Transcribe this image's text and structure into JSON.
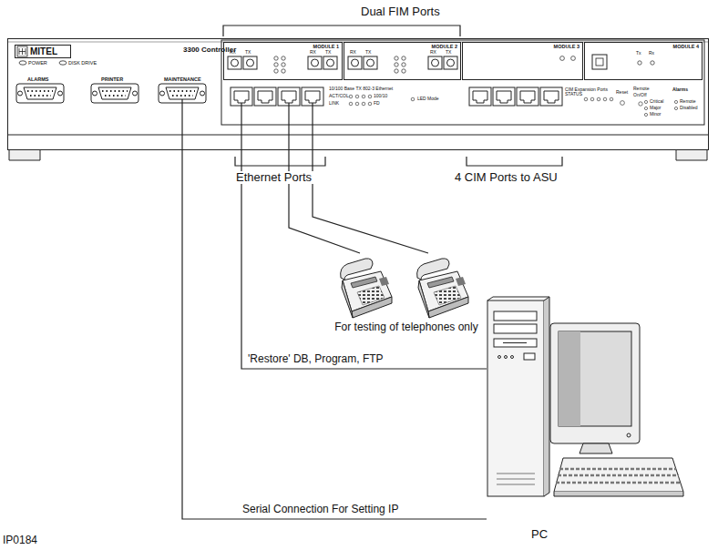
{
  "diagram": {
    "nodes": [
      {
        "text": [
          "3300 Controller"
        ]
      },
      {
        "text": [
          "MITEL"
        ],
        "in": 0
      },
      {
        "text": [
          "MODULE 1"
        ],
        "in": 0
      },
      {
        "text": [
          "MODULE 2"
        ],
        "in": 0
      },
      {
        "text": [
          "MODULE 3"
        ],
        "in": 0
      },
      {
        "text": [
          "MODULE 4"
        ],
        "in": 0
      },
      {
        "text": [
          "For testing of telephones only"
        ]
      },
      {
        "text": [
          "PC"
        ]
      }
    ],
    "edges": [
      {
        "from": 0,
        "to": 6,
        "arrow": "none"
      },
      {
        "from": 0,
        "to": 6,
        "arrow": "none"
      },
      {
        "from": 0,
        "to": 7,
        "label": "'Restore' DB, Program, FTP",
        "arrow": "none"
      },
      {
        "from": 0,
        "to": 7,
        "label": "Serial Connection For Setting IP",
        "arrow": "none"
      }
    ],
    "labels": [
      "Dual FIM Ports",
      "POWER",
      "DISK DRIVE",
      "ALARMS",
      "PRINTER",
      "MAINTENANCE",
      "RX",
      "TX",
      "RX",
      "TX",
      "RX",
      "TX",
      "RX",
      "TX",
      "Tx",
      "Rx",
      "10/100 Base TX 802-3 Ethernet",
      "ACT/COL",
      "100/10",
      "LINK",
      "FD",
      "LED Mode",
      "CIM Expansion Ports",
      "STATUS",
      "Reset",
      "Remote",
      "On/Off",
      "Alarms",
      "Critical",
      "Major",
      "Minor",
      "Remote",
      "Disabled",
      "Ethernet Ports",
      "4 CIM Ports to ASU",
      "IP0184"
    ]
  }
}
